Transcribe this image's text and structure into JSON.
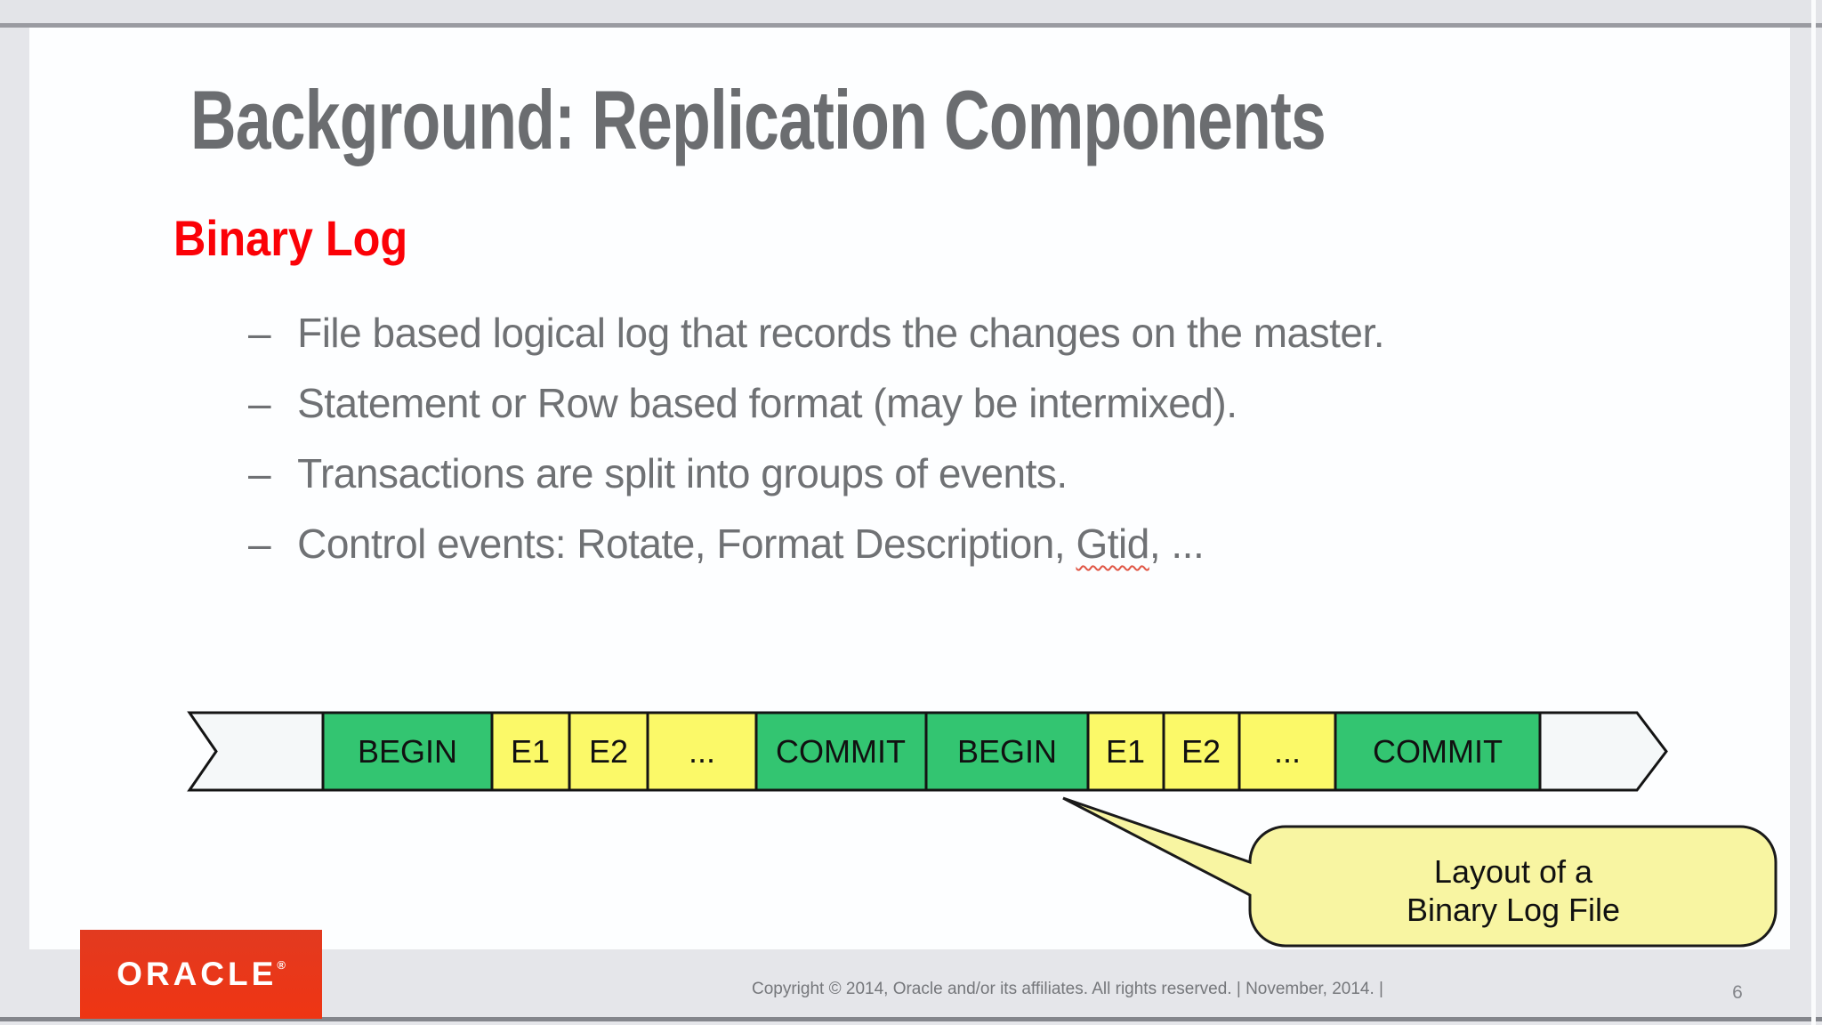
{
  "colors": {
    "green": "#33c571",
    "yellow": "#fbf968",
    "blank": "#f5f8f9",
    "callout": "#f8f5a2",
    "brand_red": "#e8371d",
    "heading_red": "#fb0107"
  },
  "slide": {
    "title": "Background: Replication Components",
    "heading": "Binary Log",
    "bullet_marker": "–",
    "bullets": [
      {
        "text": "File based logical log that records the changes on the master."
      },
      {
        "text": "Statement or Row based format (may be intermixed)."
      },
      {
        "text": "Transactions are split into groups of events."
      },
      {
        "prefix": "Control events: Rotate, Format Description, ",
        "highlight": "Gtid",
        "suffix": ", ..."
      }
    ],
    "diagram": {
      "labels": [
        "BEGIN",
        "E1",
        "E2",
        "...",
        "COMMIT",
        "BEGIN",
        "E1",
        "E2",
        "...",
        "COMMIT"
      ],
      "callout": {
        "line1": "Layout of a",
        "line2": "Binary Log File"
      }
    },
    "footer": {
      "logo_text": "ORACLE",
      "logo_reg": "®",
      "copyright": "Copyright © 2014, Oracle and/or its affiliates. All rights reserved. | November, 2014.  |",
      "page_number": "6"
    }
  }
}
